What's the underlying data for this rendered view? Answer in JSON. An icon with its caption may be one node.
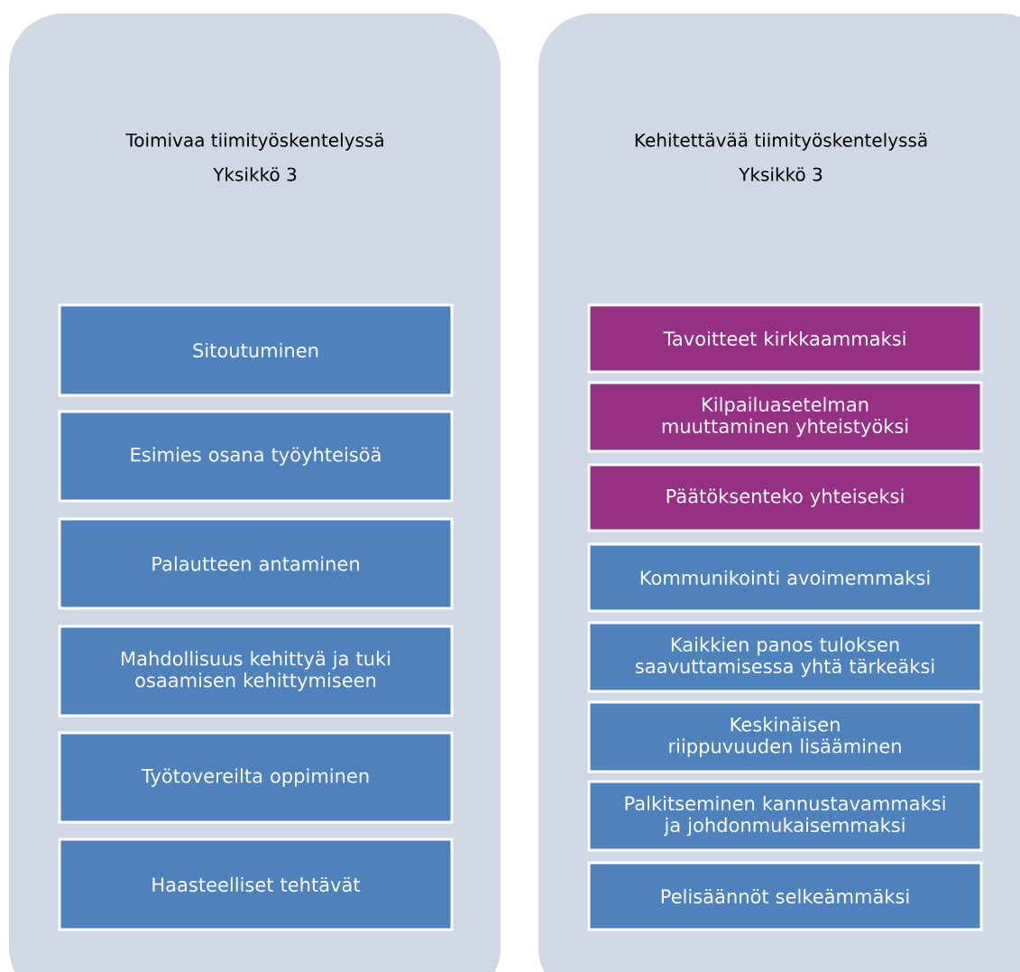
{
  "diagram": {
    "nodes": [
      {
        "text": [
          "Toimivaa tiimityöskentelyssä",
          "Yksikkö 3"
        ]
      },
      {
        "text": [
          "Sitoutuminen"
        ],
        "in": 0
      },
      {
        "text": [
          "Esimies osana työyhteisöä"
        ],
        "in": 0
      },
      {
        "text": [
          "Palautteen antaminen"
        ],
        "in": 0
      },
      {
        "text": [
          "Mahdollisuus kehittyä ja tuki osaamisen kehittymiseen"
        ],
        "in": 0
      },
      {
        "text": [
          "Työtovereilta oppiminen"
        ],
        "in": 0
      },
      {
        "text": [
          "Haasteelliset tehtävät"
        ],
        "in": 0
      },
      {
        "text": [
          "Kehitettävää tiimityöskentelyssä",
          "Yksikkö 3"
        ]
      },
      {
        "text": [
          "Tavoitteet kirkkaammaksi"
        ],
        "in": 7
      },
      {
        "text": [
          "Kilpailuasetelman muuttaminen yhteistyöksi"
        ],
        "in": 7
      },
      {
        "text": [
          "Päätöksenteko yhteiseksi"
        ],
        "in": 7
      },
      {
        "text": [
          "Kommunikointi avoimemmaksi"
        ],
        "in": 7
      },
      {
        "text": [
          "Kaikkien panos tuloksen saavuttamisessa yhtä tärkeäksi"
        ],
        "in": 7
      },
      {
        "text": [
          "Keskinäisen riippuvuuden lisääminen"
        ],
        "in": 7
      },
      {
        "text": [
          "Palkitseminen kannustavammaksi ja johdonmukaisemmaksi"
        ],
        "in": 7
      },
      {
        "text": [
          "Pelisäännöt selkeämmäksi"
        ],
        "in": 7
      }
    ],
    "edges": []
  }
}
